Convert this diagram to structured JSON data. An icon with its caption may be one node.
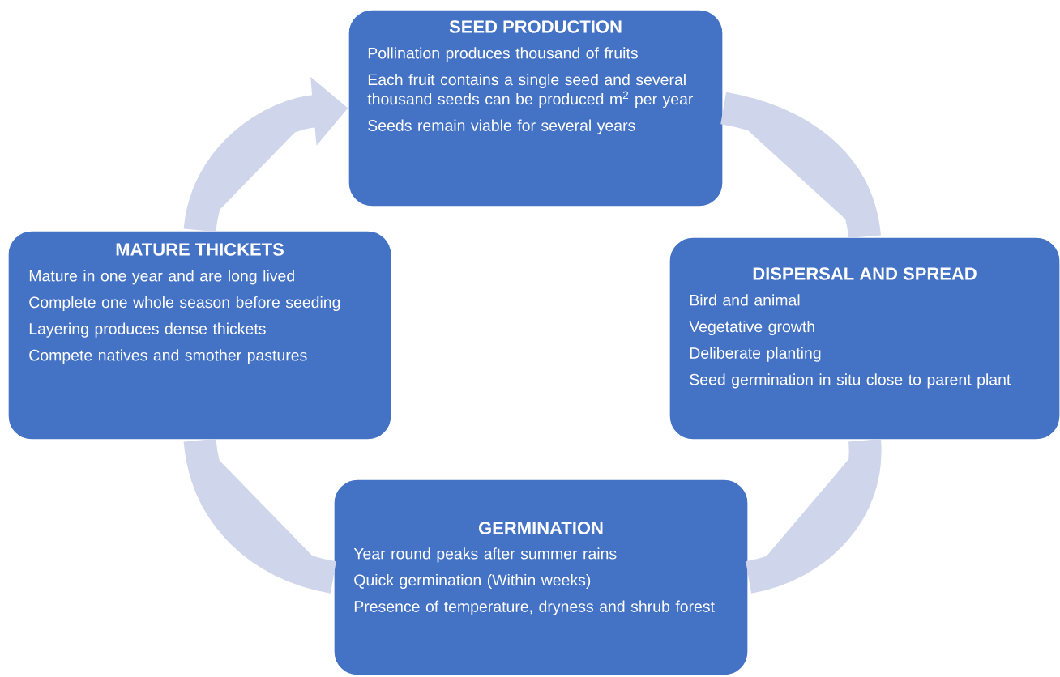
{
  "diagram": {
    "nodes": [
      {
        "text": [
          "SEED PRODUCTION",
          "Pollination produces thousand of fruits",
          "Each fruit contains a single seed and several thousand seeds can be produced m$^{2}$ per year",
          "Seeds remain viable for several years"
        ]
      },
      {
        "text": [
          "MATURE THICKETS",
          "Mature in one year and are long lived",
          "Complete one whole season before seeding",
          "Layering produces dense thickets",
          "Compete natives and smother pastures"
        ]
      },
      {
        "text": [
          "DISPERSAL AND SPREAD",
          "Bird and animal",
          "Vegetative growth",
          "Deliberate planting",
          "Seed germination in situ close to parent plant"
        ]
      },
      {
        "text": [
          "GERMINATION",
          "Year round peaks after summer rains",
          "Quick germination (Within weeks)",
          "Presence of temperature, dryness and shrub forest"
        ]
      }
    ],
    "edges": [
      {
        "from": 0,
        "to": 2,
        "arrow": "none"
      },
      {
        "from": 2,
        "to": 3,
        "arrow": "none"
      },
      {
        "from": 3,
        "to": 1,
        "arrow": "none"
      },
      {
        "from": 1,
        "to": 0,
        "arrow": "to"
      }
    ]
  }
}
